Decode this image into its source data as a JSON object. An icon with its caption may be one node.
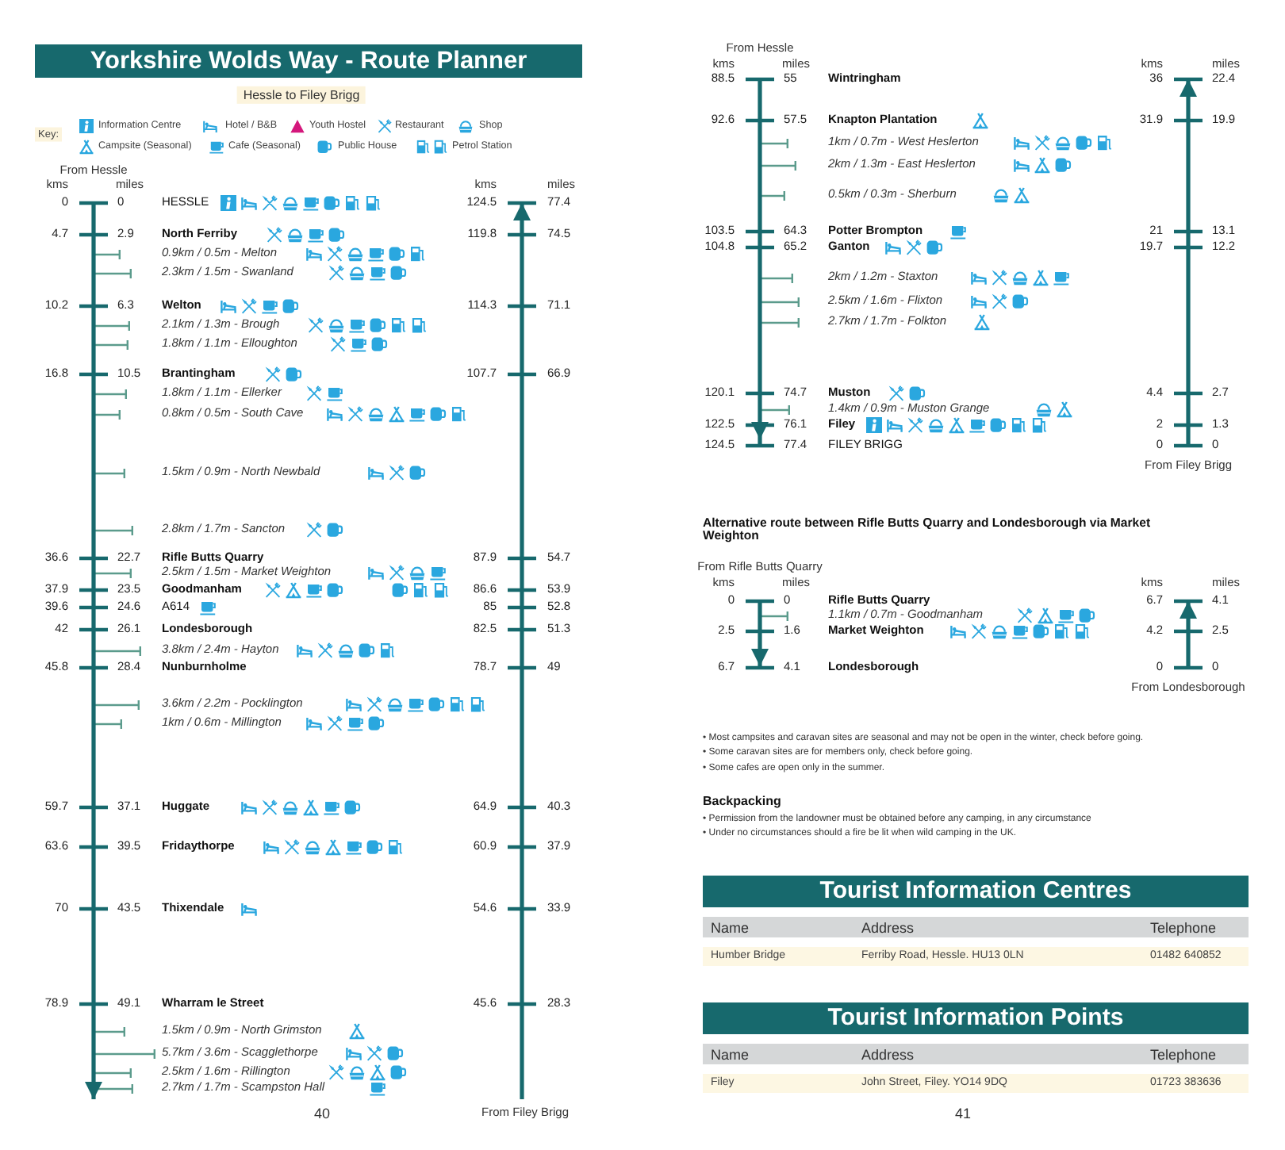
{
  "diagram": {
    "title": "Yorkshire Wolds Way - Route Planner",
    "labels": [
      "Hessle to Filey Brigg",
      "Key:",
      "From Hessle",
      "kms",
      "miles",
      "kms",
      "miles",
      "0",
      "0",
      "HESSLE",
      "124.5",
      "77.4",
      "4.7",
      "2.9",
      "North Ferriby",
      "119.8",
      "74.5",
      "0.9km / 0.5m - Melton",
      "2.3km / 1.5m - Swanland",
      "10.2",
      "6.3",
      "Welton",
      "114.3",
      "71.1",
      "2.1km / 1.3m - Brough",
      "1.8km / 1.1m - Elloughton",
      "16.8",
      "10.5",
      "Brantingham",
      "107.7",
      "66.9",
      "1.8km / 1.1m - Ellerker",
      "0.8km / 0.5m - South Cave",
      "1.5km / 0.9m - North Newbald",
      "2.8km / 1.7m - Sancton",
      "36.6",
      "22.7",
      "Rifle Butts Quarry",
      "87.9",
      "54.7",
      "2.5km / 1.5m - Market Weighton",
      "37.9",
      "23.5",
      "Goodmanham",
      "86.6",
      "53.9",
      "39.6",
      "24.6",
      "A614",
      "85",
      "52.8",
      "42",
      "26.1",
      "Londesborough",
      "82.5",
      "51.3",
      "3.8km / 2.4m - Hayton",
      "45.8",
      "28.4",
      "Nunburnholme",
      "78.7",
      "49",
      "3.6km / 2.2m - Pocklington",
      "1km / 0.6m - Millington",
      "59.7",
      "37.1",
      "Huggate",
      "64.9",
      "40.3",
      "63.6",
      "39.5",
      "Fridaythorpe",
      "60.9",
      "37.9",
      "70",
      "43.5",
      "Thixendale",
      "54.6",
      "33.9",
      "78.9",
      "49.1",
      "Wharram le Street",
      "45.6",
      "28.3",
      "1.5km / 0.9m - North Grimston",
      "5.7km / 3.6m - Scagglethorpe",
      "2.5km / 1.6m - Rillington",
      "2.7km / 1.7m - Scampston Hall",
      "40",
      "From Filey Brigg",
      "From Hessle",
      "kms",
      "miles",
      "kms",
      "miles",
      "88.5",
      "55",
      "Wintringham",
      "36",
      "22.4",
      "92.6",
      "57.5",
      "Knapton Plantation",
      "31.9",
      "19.9",
      "1km / 0.7m - West Heslerton",
      "2km / 1.3m - East Heslerton",
      "0.5km / 0.3m - Sherburn",
      "103.5",
      "64.3",
      "Potter Brompton",
      "21",
      "13.1",
      "104.8",
      "65.2",
      "Ganton",
      "19.7",
      "12.2",
      "2km / 1.2m - Staxton",
      "2.5km / 1.6m - Flixton",
      "2.7km / 1.7m - Folkton",
      "120.1",
      "74.7",
      "Muston",
      "4.4",
      "2.7",
      "1.4km / 0.9m - Muston Grange",
      "122.5",
      "76.1",
      "Filey",
      "2",
      "1.3",
      "124.5",
      "77.4",
      "FILEY BRIGG",
      "0",
      "0",
      "From Filey Brigg",
      "Alternative route between Rifle Butts Quarry and Londesborough via Market Weighton",
      "From Rifle Butts Quarry",
      "kms",
      "miles",
      "kms",
      "miles",
      "0",
      "0",
      "Rifle Butts Quarry",
      "6.7",
      "4.1",
      "1.1km / 0.7m - Goodmanham",
      "2.5",
      "1.6",
      "Market Weighton",
      "4.2",
      "2.5",
      "6.7",
      "4.1",
      "Londesborough",
      "0",
      "0",
      "From Londesborough",
      "• Most campsites and caravan sites are seasonal and may not be open in the winter, check before going.",
      "• Some caravan sites are for members only, check before going.",
      "• Some cafes are open only in the summer.",
      "Backpacking",
      "• Permission from the landowner must be obtained before any camping, in any circumstance",
      "• Under no circumstances should a fire be lit when wild camping in the UK.",
      "Tourist Information Centres",
      "Name",
      "Address",
      "Telephone",
      "Humber Bridge",
      "Ferriby Road, Hessle. HU13 0LN",
      "01482 640852",
      "Tourist Information Points",
      "Name",
      "Address",
      "Telephone",
      "Filey",
      "John Street, Filey. YO14 9DQ",
      "01723 383636",
      "41"
    ],
    "legend": [
      {
        "text": "Information Centre"
      },
      {
        "text": "Hotel / B&B"
      },
      {
        "text": "Youth Hostel"
      },
      {
        "text": "Restaurant"
      },
      {
        "text": "Shop"
      },
      {
        "text": "Campsite (Seasonal)"
      },
      {
        "text": "Cafe (Seasonal)"
      },
      {
        "text": "Public House"
      },
      {
        "text": "Petrol Station"
      }
    ]
  }
}
